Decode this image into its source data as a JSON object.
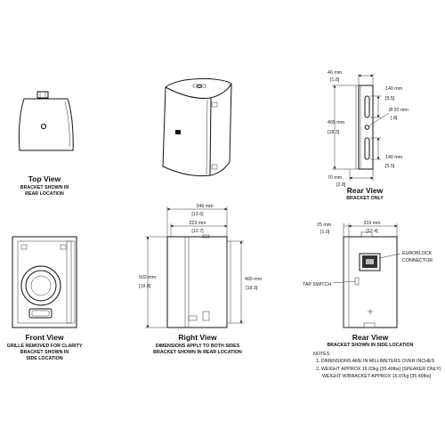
{
  "top_view": {
    "title": "Top View",
    "subtitle_lines": [
      "BRACKET SHOWN IN",
      "REAR LOCATION"
    ]
  },
  "front_view": {
    "title": "Front View",
    "subtitle_lines": [
      "GRILLE REMOVED FOR CLARITY",
      "BRACKET SHOWN IN",
      "SIDE LOCATION"
    ]
  },
  "right_view": {
    "title": "Right View",
    "subtitle_lines": [
      "DIMENSIONS APPLY TO BOTH SIDES",
      "BRACKET SHOWN IN REAR LOCATION"
    ],
    "dims": {
      "width_outer": "346 mm",
      "width_outer_in": "[13.6]",
      "width_inner": "323 mm",
      "width_inner_in": "[12.7]",
      "height_left": "502 mm",
      "height_left_in": "[19.8]",
      "height_right": "465 mm",
      "height_right_in": "[18.3]"
    }
  },
  "rear_view_bracket": {
    "title": "Rear View",
    "subtitle": "BRACKET ONLY",
    "dims": {
      "top_width": "46 mm",
      "top_width_in": "[1.8]",
      "slot_upper": "140 mm",
      "slot_upper_in": "[5.5]",
      "hole": "Ø 20 mm",
      "hole_in": "[.8]",
      "height": "465 mm",
      "height_in": "[18.3]",
      "slot_lower": "140 mm",
      "slot_lower_in": "[5.5]",
      "base_width": "70 mm",
      "base_width_in": "[2.8]"
    }
  },
  "rear_view": {
    "title": "Rear View",
    "subtitle": "BRACKET SHOWN IN SIDE LOCATION",
    "dims": {
      "offset": "25 mm",
      "offset_in": "[1.0]",
      "width": "316 mm",
      "width_in": "[12.4]"
    },
    "callouts": {
      "euroblock_line1": "EUROBLOCK",
      "euroblock_line2": "CONNECTOR",
      "tap_switch": "TAP SWITCH"
    }
  },
  "notes": {
    "heading": "NOTES:",
    "items": [
      "1. DIMENSIONS ARE IN MILLIMETERS OVER INCHES",
      "2. WEIGHT APPROX 16.03kg [35.40lbs] (SPEAKER ONLY)",
      "WEIGHT W/BRACKET APPROX 16.07kg [35.49lbs]"
    ]
  }
}
